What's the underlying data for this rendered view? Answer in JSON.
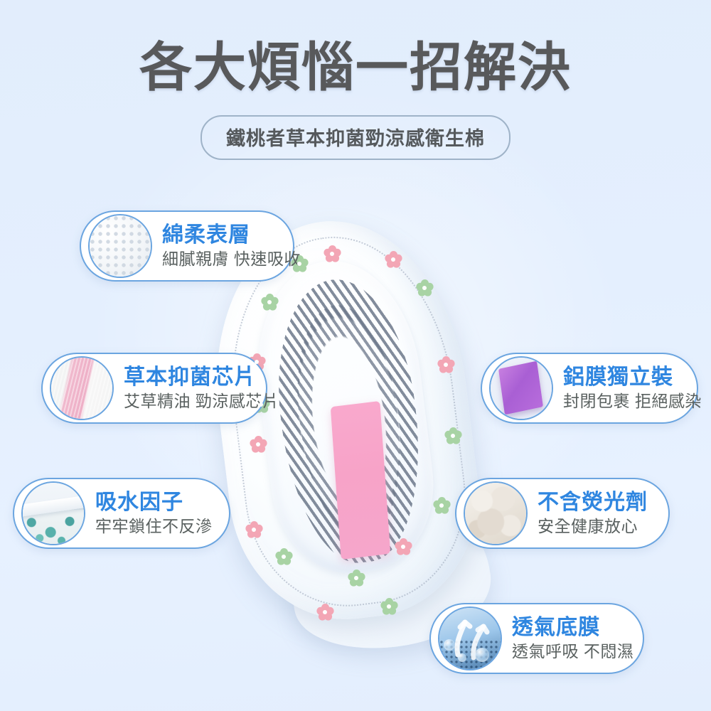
{
  "header": {
    "title": "各大煩惱一招解決",
    "subtitle": "鐵桃者草本抑菌勁涼感衛生棉"
  },
  "colors": {
    "background": "#e4effd",
    "title_text": "#58595b",
    "accent_blue": "#2f86e0",
    "pill_border": "#6ba5e0",
    "pill_background": "#ffffff",
    "sub_text": "#59605f",
    "core_pink": "#f7a3c8"
  },
  "features": [
    {
      "id": "soft-surface",
      "title": "綿柔表層",
      "desc": "細膩親膚 快速吸收",
      "icon": "quilted-cotton-surface-icon",
      "side": "left"
    },
    {
      "id": "herbal-chip",
      "title": "草本抑菌芯片",
      "desc": "艾草精油 勁涼感芯片",
      "icon": "pink-herbal-chip-icon",
      "side": "left"
    },
    {
      "id": "absorb-factor",
      "title": "吸水因子",
      "desc": "牢牢鎖住不反滲",
      "icon": "absorbent-granule-icon",
      "side": "left"
    },
    {
      "id": "foil-pack",
      "title": "鋁膜獨立裝",
      "desc": "封閉包裹 拒絕感染",
      "icon": "purple-foil-packet-icon",
      "side": "right"
    },
    {
      "id": "no-fluorescer",
      "title": "不含熒光劑",
      "desc": "安全健康放心",
      "icon": "raw-cotton-fluff-icon",
      "side": "right"
    },
    {
      "id": "breathable-film",
      "title": "透氣底膜",
      "desc": "透氣呼吸 不悶濕",
      "icon": "airflow-breathable-film-icon",
      "side": "right"
    }
  ],
  "product": {
    "name": "sanitary-pad-illustration",
    "core_strip_color": "#f7a3c8",
    "flower_colors": [
      "#f3a6b5",
      "#a8d3a4"
    ]
  }
}
